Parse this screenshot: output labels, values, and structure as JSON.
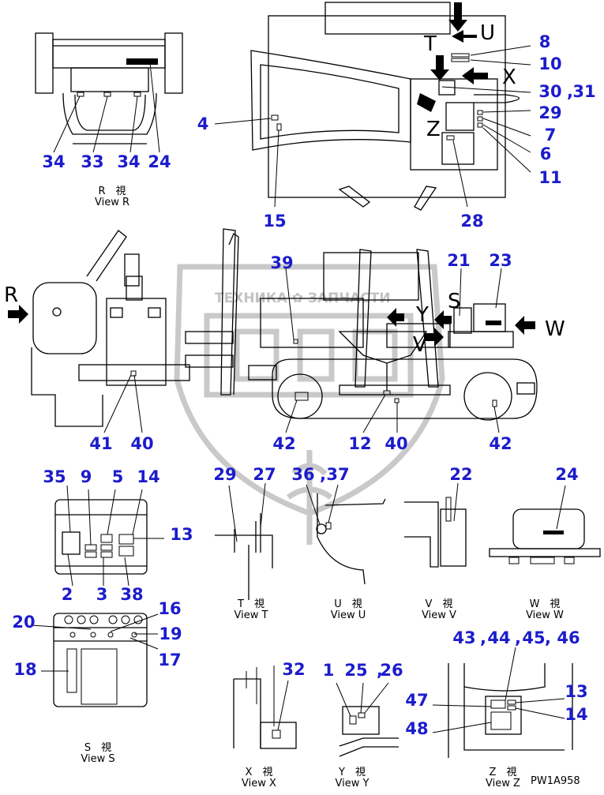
{
  "watermark": {
    "text": "ТЕХНИКА ✿ ЗАПЧАСТИ",
    "logo": "ZIP"
  },
  "drawing_code": "PW1A958",
  "view_letters": [
    "T",
    "U",
    "X",
    "Z",
    "Y",
    "R",
    "S",
    "W",
    "V"
  ],
  "views": {
    "R": {
      "jp": "R　視",
      "en": "View R"
    },
    "S": {
      "jp": "S　視",
      "en": "View S"
    },
    "T": {
      "jp": "T　視",
      "en": "View T"
    },
    "U": {
      "jp": "U　視",
      "en": "View U"
    },
    "V": {
      "jp": "V　視",
      "en": "View V"
    },
    "W": {
      "jp": "W　視",
      "en": "View W"
    },
    "X": {
      "jp": "X　視",
      "en": "View X"
    },
    "Y": {
      "jp": "Y　視",
      "en": "View Y"
    },
    "Z": {
      "jp": "Z　視",
      "en": "View Z"
    }
  },
  "callouts": [
    "34",
    "33",
    "34",
    "24",
    "4",
    "15",
    "8",
    "10",
    "30",
    ",",
    "31",
    "29",
    "7",
    "6",
    "11",
    "28",
    "39",
    "21",
    "23",
    "41",
    "40",
    "42",
    "12",
    "40",
    "42",
    "35",
    "9",
    "5",
    "14",
    "13",
    "2",
    "3",
    "38",
    "29",
    "27",
    "36",
    ",",
    "37",
    "22",
    "24",
    "16",
    "20",
    "19",
    "17",
    "18",
    "32",
    "1",
    "25",
    ",",
    "26",
    "43",
    ",",
    "44",
    ",",
    "45",
    ",",
    "46",
    "47",
    "13",
    "48",
    "14"
  ],
  "icons": [
    "brand-plate-icon",
    "arrow-icon",
    "watermark-emblem-icon"
  ]
}
